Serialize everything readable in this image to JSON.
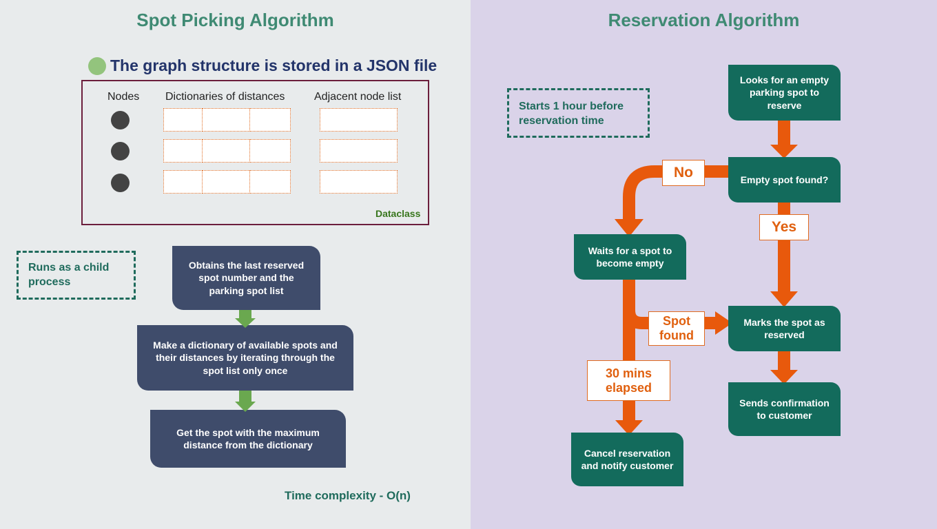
{
  "left": {
    "title": "Spot Picking Algorithm",
    "graph_heading": "The graph structure is stored in a JSON file",
    "columns": {
      "nodes": "Nodes",
      "distances": "Dictionaries of distances",
      "adjacent": "Adjacent node list"
    },
    "dataclass_label": "Dataclass",
    "note": "Runs as a child process",
    "steps": {
      "obtain": "Obtains the last reserved spot number and the parking spot list",
      "dict": "Make a dictionary of available spots and their distances  by iterating through the spot list only once",
      "max": "Get the spot with the maximum distance from the dictionary"
    },
    "complexity": "Time complexity - O(n)"
  },
  "right": {
    "title": "Reservation Algorithm",
    "note": "Starts 1 hour before reservation time",
    "boxes": {
      "looks": "Looks for an empty parking spot to reserve",
      "found": "Empty spot found?",
      "waits": "Waits for a spot to become empty",
      "marks": "Marks the spot as reserved",
      "sends": "Sends confirmation to customer",
      "cancel": "Cancel reservation and notify customer"
    },
    "labels": {
      "no": "No",
      "yes": "Yes",
      "spot_found": "Spot found",
      "elapsed": "30 mins elapsed"
    }
  },
  "colors": {
    "left_bg": "#e8ebec",
    "right_bg": "#dad3e9",
    "title": "#3f8a73",
    "navy_box": "#3f4c6b",
    "teal_box": "#136b5c",
    "orange_arrow": "#e8590c",
    "green_arrow": "#6aa84f",
    "border_maroon": "#6b1e3c"
  }
}
